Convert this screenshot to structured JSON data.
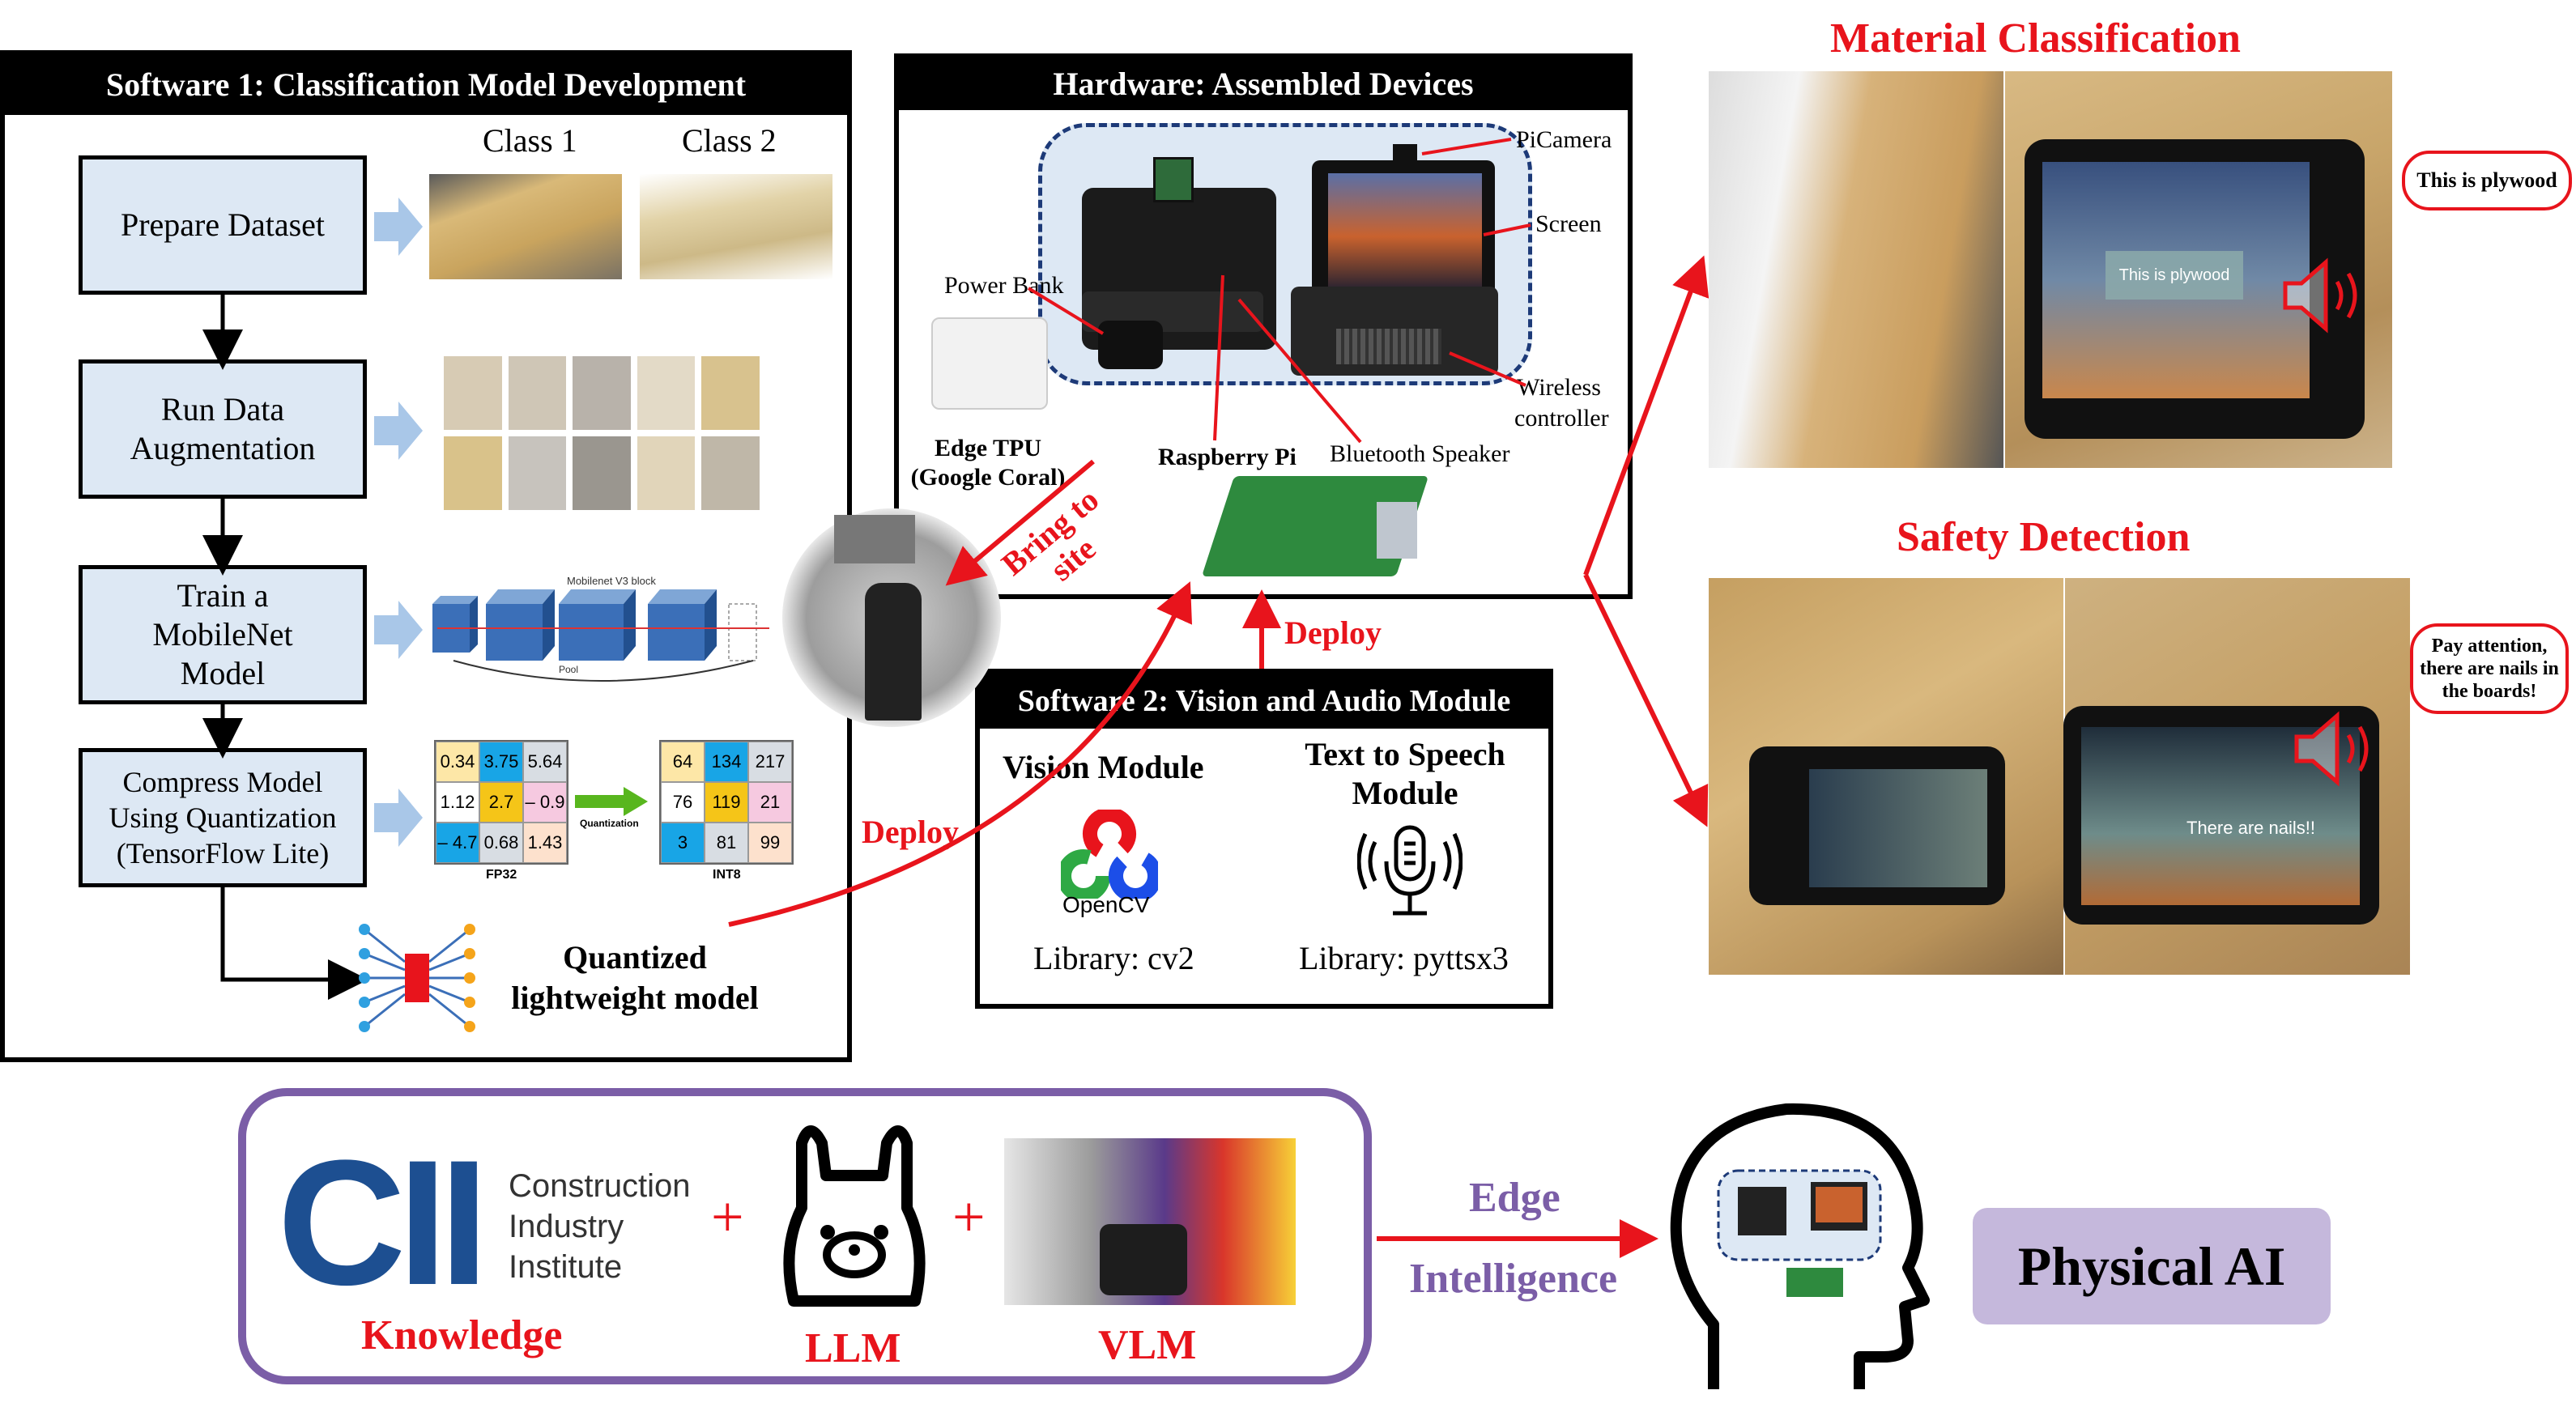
{
  "software1": {
    "title": "Software 1: Classification Model Development",
    "class1": "Class 1",
    "class2": "Class 2",
    "steps": [
      "Prepare Dataset",
      "Run Data Augmentation",
      "Train a MobileNet Model",
      "Compress Model Using Quantization (TensorFlow Lite)"
    ],
    "mobilenet_block_label": "Mobilenet V3 block",
    "pool_label": "Pool",
    "quantization_label": "Quantization",
    "fp32_label": "FP32",
    "int8_label": "INT8",
    "fp32_values": [
      "0.34",
      "3.75",
      "5.64",
      "1.12",
      "2.7",
      "– 0.9",
      "– 4.7",
      "0.68",
      "1.43"
    ],
    "int8_values": [
      "64",
      "134",
      "217",
      "76",
      "119",
      "21",
      "3",
      "81",
      "99"
    ],
    "output_label": "Quantized lightweight model"
  },
  "hardware": {
    "title": "Hardware: Assembled Devices",
    "picamera": "PiCamera",
    "screen": "Screen",
    "power_bank": "Power Bank",
    "wireless_controller": "Wireless controller",
    "edge_tpu": "Edge TPU (Google Coral)",
    "raspberry_pi": "Raspberry  Pi",
    "bluetooth_speaker": "Bluetooth Speaker"
  },
  "arrows": {
    "bring_to_site": "Bring to site",
    "deploy_left": "Deploy",
    "deploy_up": "Deploy",
    "edge": "Edge",
    "intelligence": "Intelligence"
  },
  "software2": {
    "title": "Software 2: Vision and Audio Module",
    "vision_module": "Vision Module",
    "opencv": "OpenCV",
    "library_cv": "Library: cv2",
    "tts_module": "Text to Speech Module",
    "library_tts": "Library: pyttsx3"
  },
  "material": {
    "title": "Material Classification",
    "bubble": "This is plywood",
    "screen_text": "This is plywood"
  },
  "safety": {
    "title": "Safety Detection",
    "bubble": "Pay attention, there are nails in the boards!",
    "screen_text": "There are nails!!"
  },
  "bottom": {
    "cii_letters": "CII",
    "cii_name": "Construction Industry Institute",
    "knowledge": "Knowledge",
    "llm": "LLM",
    "vlm": "VLM",
    "plus": "+",
    "physical_ai": "Physical AI"
  },
  "colors": {
    "accent_red": "#e8141c",
    "purple": "#7b5ea7",
    "step_fill": "#dde8f4",
    "cii_blue": "#1d4f91",
    "physical_ai_fill": "#c5b8dc"
  }
}
